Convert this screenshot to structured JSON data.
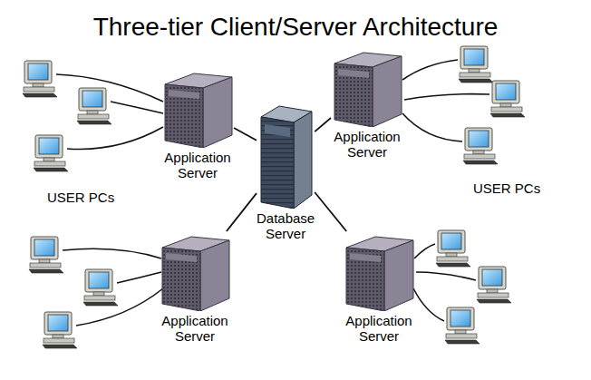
{
  "diagram": {
    "title": "Three-tier Client/Server Architecture",
    "nodes": [
      {
        "text": [
          "Application Server"
        ]
      },
      {
        "text": [
          "Application Server"
        ]
      },
      {
        "text": [
          "Database Server"
        ]
      },
      {
        "text": [
          "Application Server"
        ]
      },
      {
        "text": [
          "Application Server"
        ]
      }
    ],
    "edges": [
      {
        "from": 2,
        "to": 0,
        "arrow": "none"
      },
      {
        "from": 2,
        "to": 1,
        "arrow": "none"
      },
      {
        "from": 2,
        "to": 3,
        "arrow": "none"
      },
      {
        "from": 2,
        "to": 4,
        "arrow": "none"
      }
    ],
    "labels": [
      "USER PCs",
      "USER PCs"
    ]
  }
}
